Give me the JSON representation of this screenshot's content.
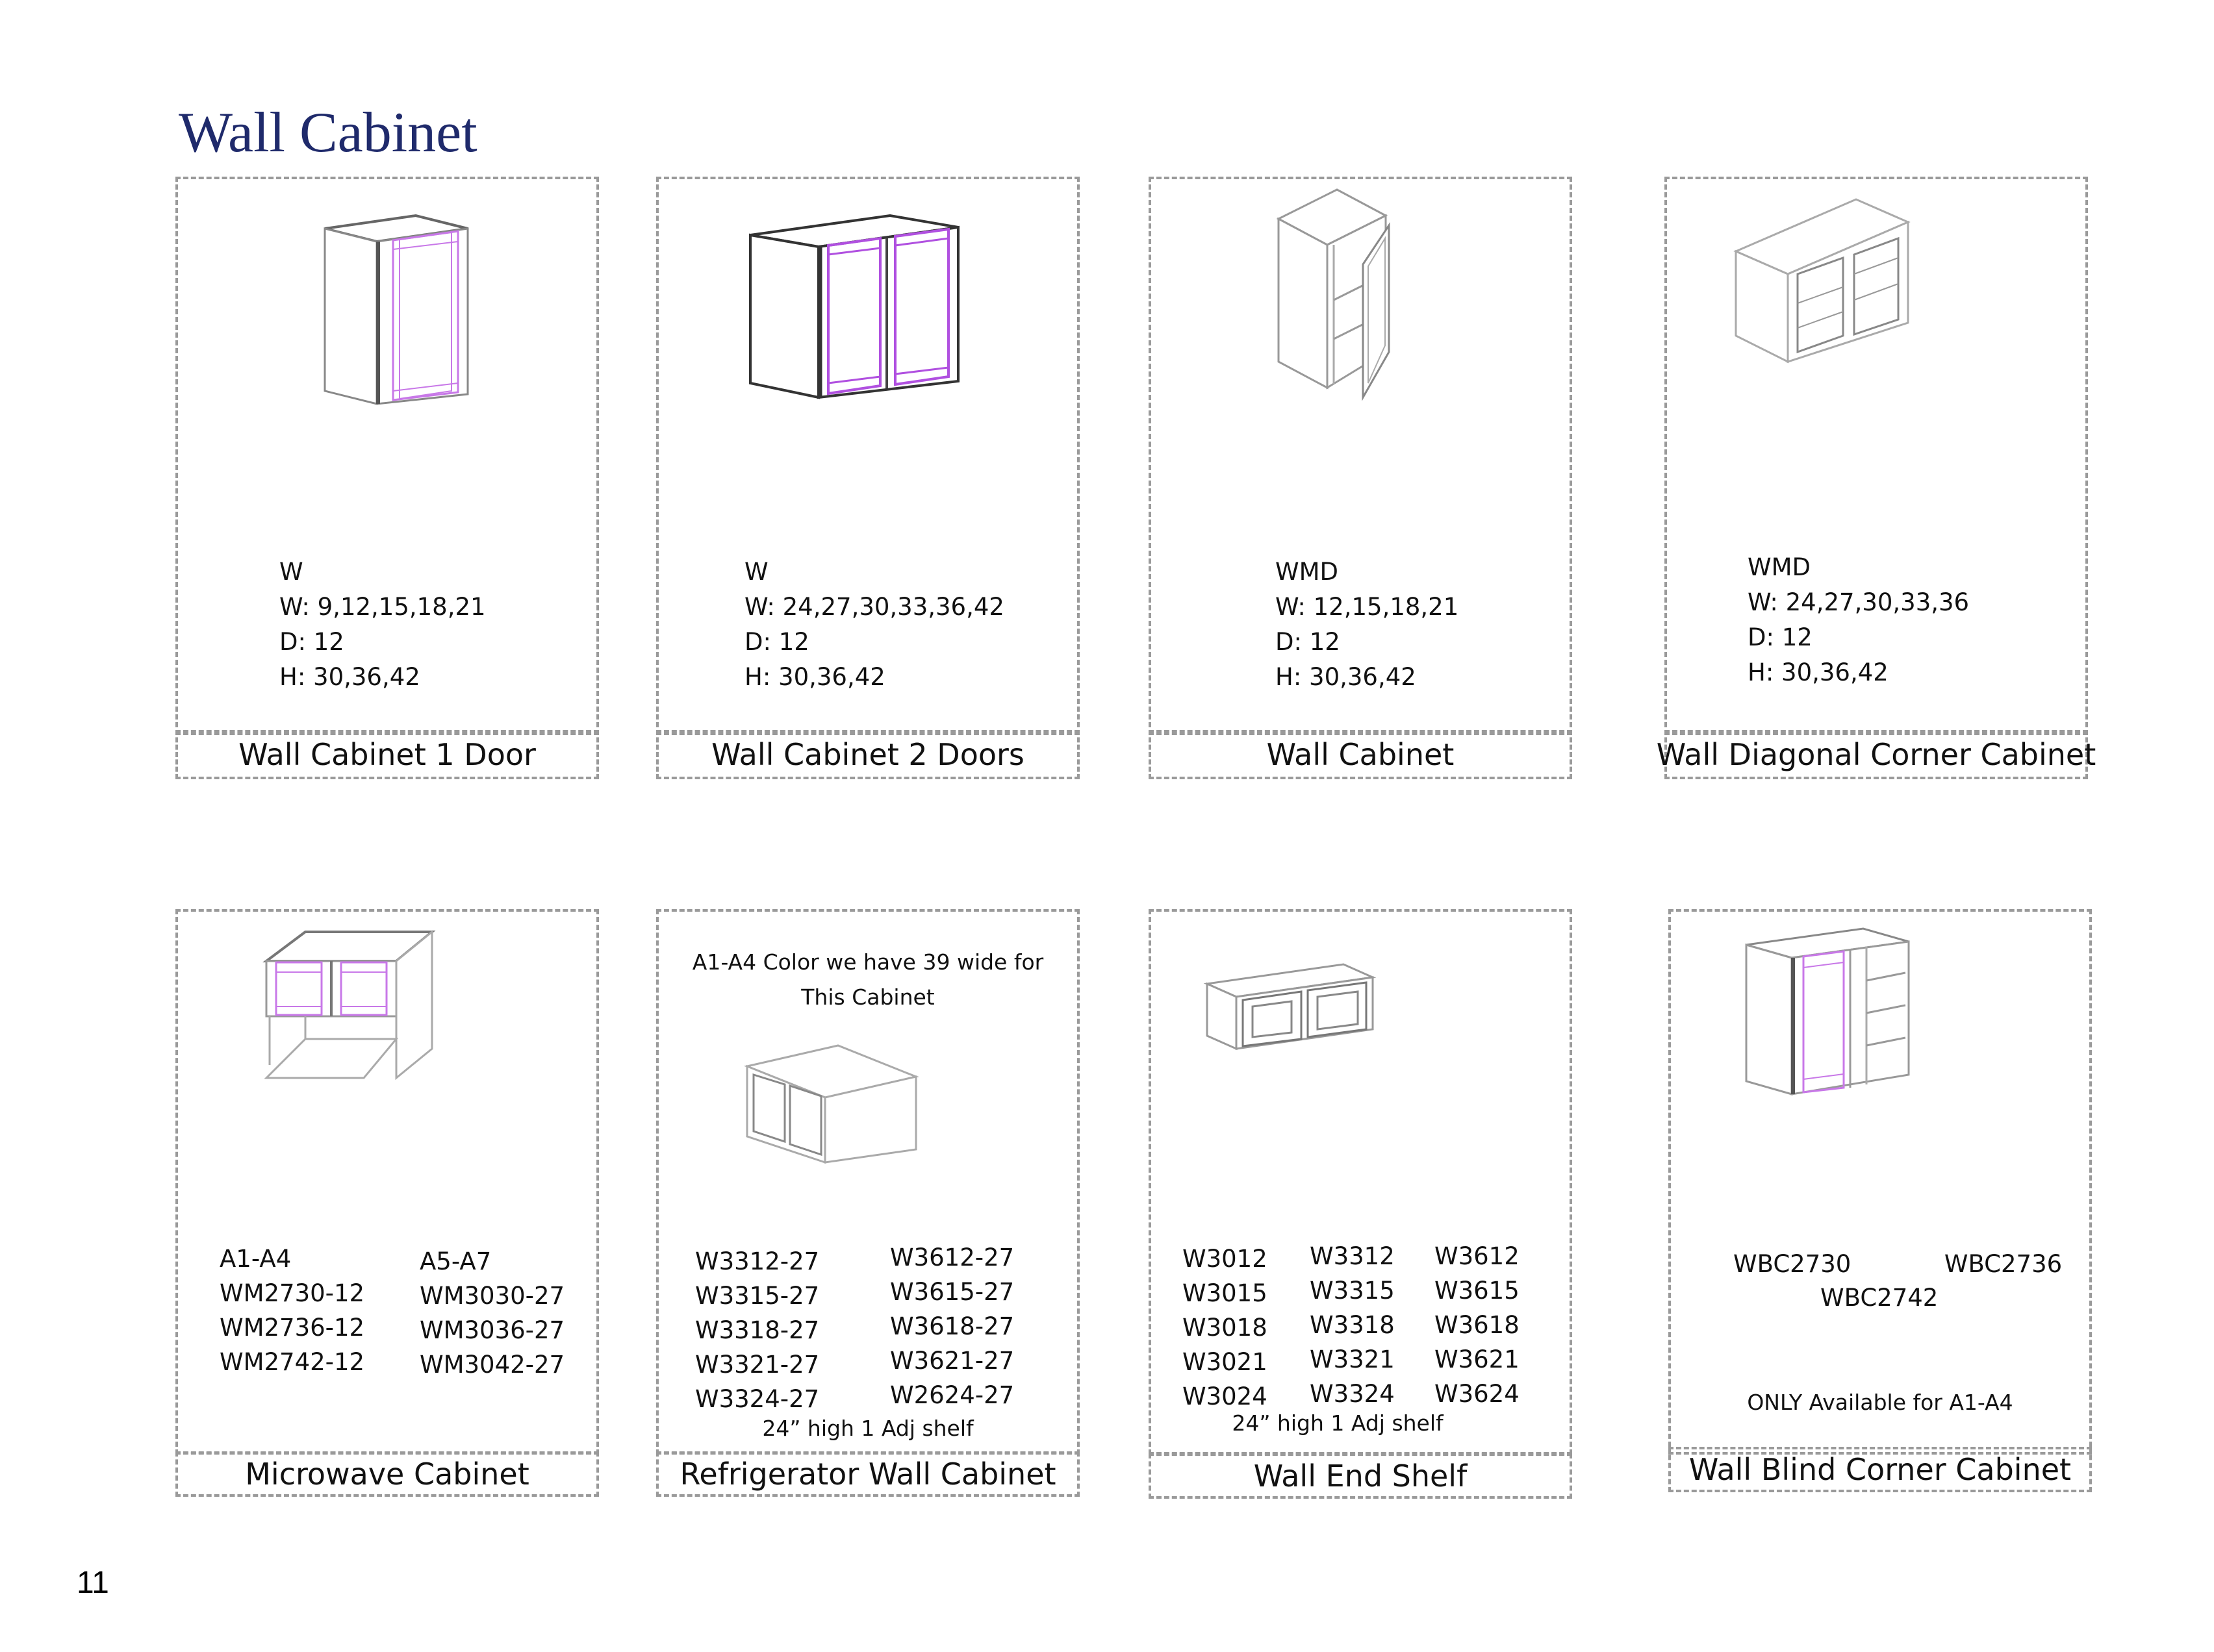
{
  "page": {
    "title": "Wall Cabinet",
    "page_number": "11",
    "colors": {
      "title": "#1f2a6b",
      "door_accent": "#c060e0",
      "outline": "#9a9a9a"
    }
  },
  "panels": [
    {
      "label": "Wall Cabinet 1 Door",
      "drawing_icon": "single-door-wall-cabinet",
      "spec": {
        "code": "W",
        "width": "W: 9,12,15,18,21",
        "depth": "D: 12",
        "height": "H: 30,36,42"
      }
    },
    {
      "label": "Wall Cabinet 2 Doors",
      "drawing_icon": "double-door-wall-cabinet",
      "spec": {
        "code": "W",
        "width": "W: 24,27,30,33,36,42",
        "depth": "D: 12",
        "height": "H: 30,36,42"
      }
    },
    {
      "label": "Wall Cabinet",
      "drawing_icon": "glass-door-wall-cabinet",
      "spec": {
        "code": "WMD",
        "width": "W: 12,15,18,21",
        "depth": "D: 12",
        "height": "H: 30,36,42"
      }
    },
    {
      "label": "Wall Diagonal Corner Cabinet",
      "drawing_icon": "glass-double-door-cabinet",
      "spec": {
        "code": "WMD",
        "width": "W: 24,27,30,33,36",
        "depth": "D: 12",
        "height": "H: 30,36,42"
      }
    },
    {
      "label": "Microwave Cabinet",
      "drawing_icon": "microwave-cabinet",
      "columns": [
        {
          "header": "A1-A4",
          "codes": [
            "WM2730-12",
            "WM2736-12",
            "WM2742-12"
          ]
        },
        {
          "header": "A5-A7",
          "codes": [
            "WM3030-27",
            "WM3036-27",
            "WM3042-27"
          ]
        }
      ]
    },
    {
      "label": "Refrigerator Wall Cabinet",
      "drawing_icon": "refrigerator-wall-cabinet",
      "top_note_line1": "A1-A4 Color we have 39 wide for",
      "top_note_line2": "This Cabinet",
      "columns": [
        {
          "codes": [
            "W3312-27",
            "W3315-27",
            "W3318-27",
            "W3321-27",
            "W3324-27"
          ]
        },
        {
          "codes": [
            "W3612-27",
            "W3615-27",
            "W3618-27",
            "W3621-27",
            "W2624-27"
          ]
        }
      ],
      "bottom_note": "24” high 1 Adj shelf"
    },
    {
      "label": "Wall End Shelf",
      "drawing_icon": "wide-wall-cabinet",
      "columns": [
        {
          "codes": [
            "W3012",
            "W3015",
            "W3018",
            "W3021",
            "W3024"
          ]
        },
        {
          "codes": [
            "W3312",
            "W3315",
            "W3318",
            "W3321",
            "W3324"
          ]
        },
        {
          "codes": [
            "W3612",
            "W3615",
            "W3618",
            "W3621",
            "W3624"
          ]
        }
      ],
      "bottom_note": "24” high 1 Adj shelf"
    },
    {
      "label": "Wall Blind Corner Cabinet",
      "drawing_icon": "blind-corner-cabinet",
      "codes_row1": [
        "WBC2730",
        "WBC2736"
      ],
      "codes_row2": [
        "WBC2742"
      ],
      "bottom_note": "ONLY Available for A1-A4"
    }
  ]
}
